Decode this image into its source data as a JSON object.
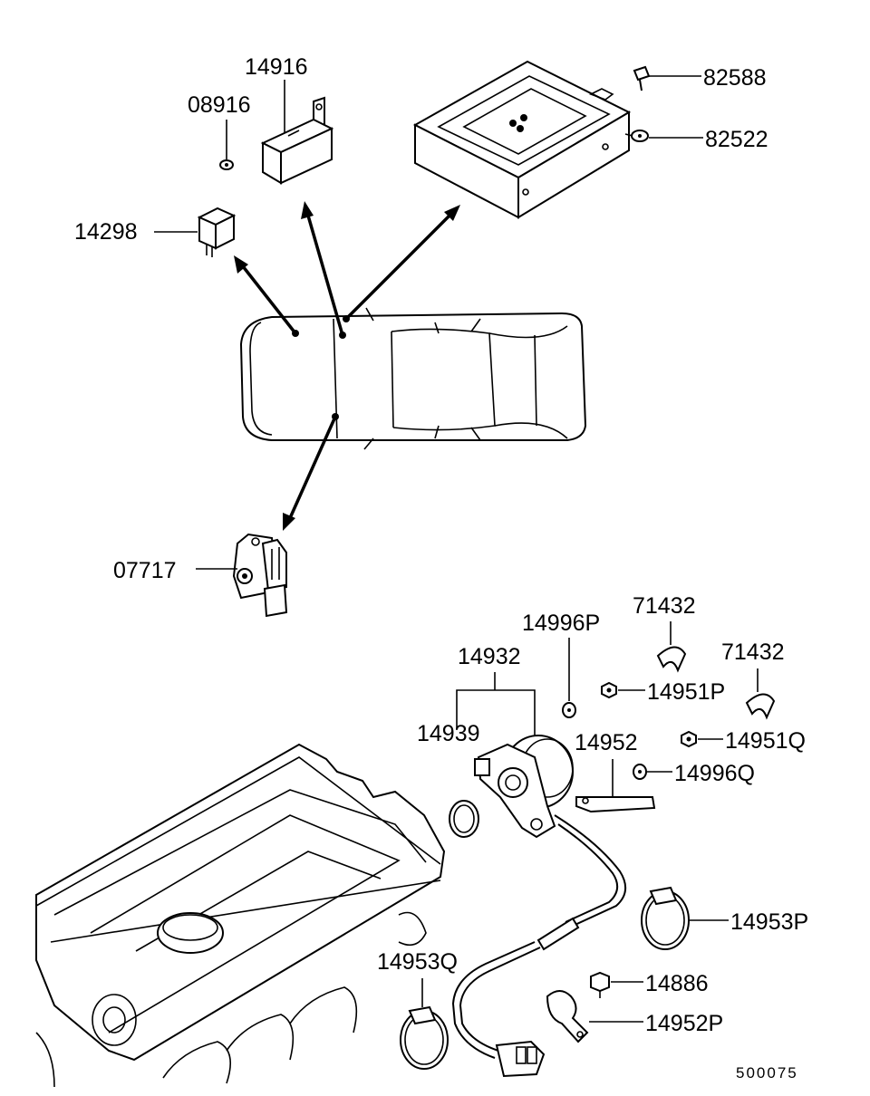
{
  "labels": {
    "p14916": "14916",
    "p08916": "08916",
    "p14298": "14298",
    "p82588": "82588",
    "p82522": "82522",
    "p07717": "07717",
    "p14996P": "14996P",
    "p71432a": "71432",
    "p71432b": "71432",
    "p14932": "14932",
    "p14951P": "14951P",
    "p14939": "14939",
    "p14952": "14952",
    "p14951Q": "14951Q",
    "p14996Q": "14996Q",
    "p14953P": "14953P",
    "p14953Q": "14953Q",
    "p14886": "14886",
    "p14952P": "14952P"
  },
  "diagram_code": "500075",
  "colors": {
    "line": "#000000",
    "background": "#ffffff"
  }
}
